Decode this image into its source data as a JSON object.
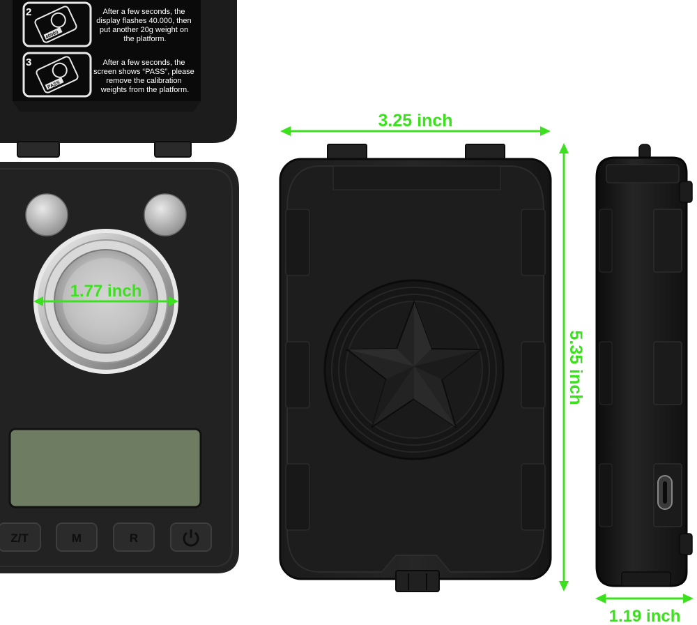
{
  "instructions": {
    "step2": {
      "number": "2",
      "lines": [
        "After a few seconds, the",
        "display flashes 40.000, then",
        "put another 20g weight on",
        "the platform."
      ],
      "display_text": "40000"
    },
    "step3": {
      "number": "3",
      "lines": [
        "After a few seconds, the",
        "screen shows “PASS”, please",
        "remove the calibration",
        "weights from the platform."
      ],
      "display_text": "PASS"
    }
  },
  "buttons": {
    "zero_tare": "Z/T",
    "mode": "M",
    "r": "R",
    "power_icon": "power-icon"
  },
  "dimensions": {
    "platform_diameter": "1.77 inch",
    "width": "3.25 inch",
    "length": "5.35 inch",
    "thickness": "1.19 inch"
  },
  "colors": {
    "dimension_green": "#3de01f",
    "lcd": "#6e7c61",
    "body": "#1f1f1f",
    "case": "#141414"
  },
  "icons": {
    "case_emblem": "star-icon"
  }
}
